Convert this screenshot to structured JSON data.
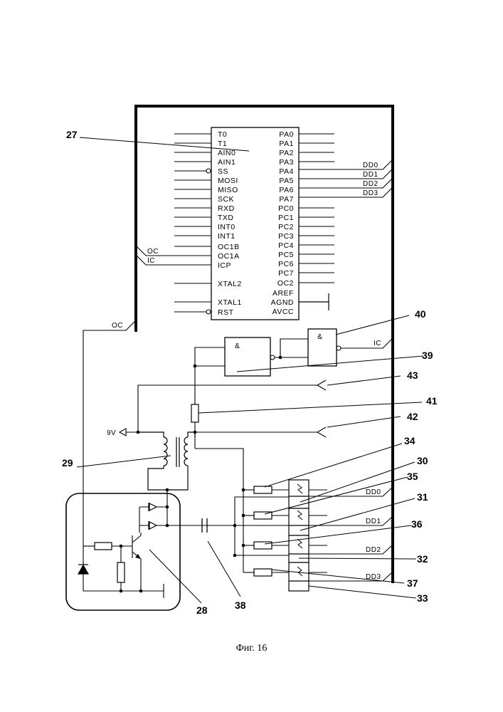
{
  "figure_caption": "Фиг. 16",
  "mcu": {
    "left_pins": [
      "T0",
      "T1",
      "AIN0",
      "AIN1",
      "SS",
      "MOSI",
      "MISO",
      "SCK",
      "RXD",
      "TXD",
      "INT0",
      "INT1",
      "OC1B",
      "OC1A",
      "ICP",
      "XTAL2",
      "XTAL1",
      "RST"
    ],
    "right_pins": [
      "PA0",
      "PA1",
      "PA2",
      "PA3",
      "PA4",
      "PA5",
      "PA6",
      "PA7",
      "PC0",
      "PC1",
      "PC2",
      "PC3",
      "PC4",
      "PC5",
      "PC6",
      "PC7",
      "OC2",
      "AREF",
      "AGND",
      "AVCC"
    ]
  },
  "signals": {
    "dd0": "DD0",
    "dd1": "DD1",
    "dd2": "DD2",
    "dd3": "DD3",
    "oc": "OC",
    "ic": "IC",
    "v9": "9V"
  },
  "gate_label": "&",
  "refs": {
    "r27": "27",
    "r28": "28",
    "r29": "29",
    "r30": "30",
    "r31": "31",
    "r32": "32",
    "r33": "33",
    "r34": "34",
    "r35": "35",
    "r36": "36",
    "r37": "37",
    "r38": "38",
    "r39": "39",
    "r40": "40",
    "r41": "41",
    "r42": "42",
    "r43": "43"
  }
}
